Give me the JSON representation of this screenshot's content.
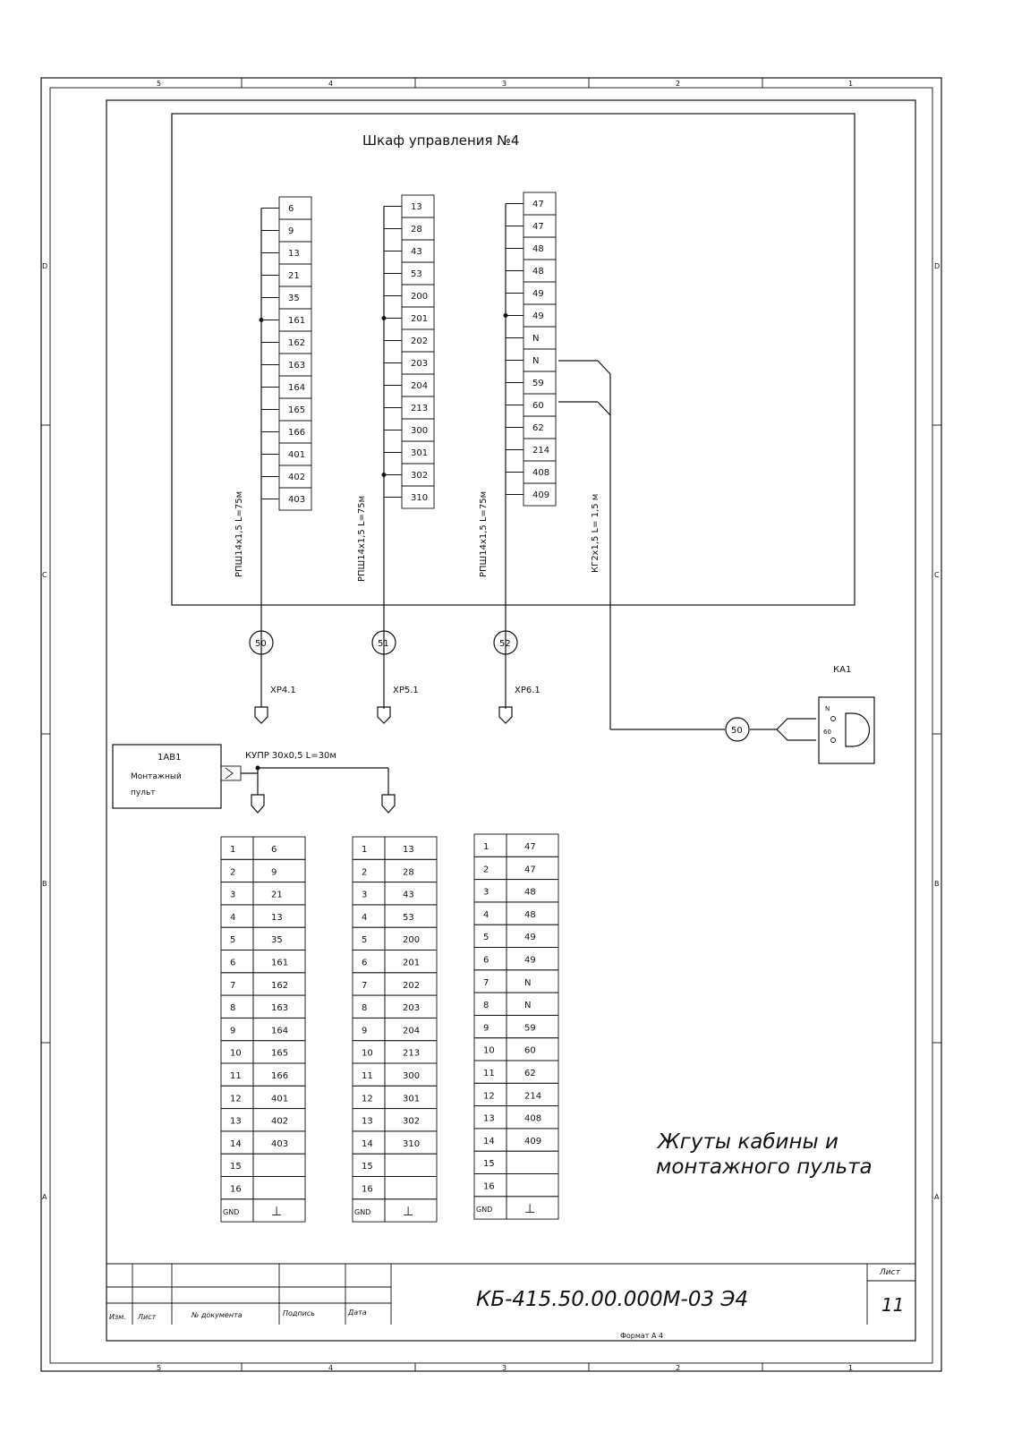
{
  "zones": {
    "columns": [
      "5",
      "4",
      "3",
      "2",
      "1"
    ],
    "rows": [
      "D",
      "C",
      "B",
      "A"
    ]
  },
  "cabinet": {
    "title": "Шкаф управления №4",
    "blocks": [
      {
        "terminals": [
          "6",
          "9",
          "13",
          "21",
          "35",
          "161",
          "162",
          "163",
          "164",
          "165",
          "166",
          "401",
          "402",
          "403"
        ],
        "cable": "РПШ14х1,5 L=75м",
        "marker": "50",
        "plug": "XP4.1"
      },
      {
        "terminals": [
          "13",
          "28",
          "43",
          "53",
          "200",
          "201",
          "202",
          "203",
          "204",
          "213",
          "300",
          "301",
          "302",
          "310"
        ],
        "cable": "РПШ14х1,5 L=75м",
        "marker": "51",
        "plug": "XP5.1"
      },
      {
        "terminals": [
          "47",
          "47",
          "48",
          "48",
          "49",
          "49",
          "N",
          "N",
          "59",
          "60",
          "62",
          "214",
          "408",
          "409"
        ],
        "cable": "РПШ14х1,5 L=75м",
        "marker": "52",
        "plug": "XP6.1"
      }
    ],
    "extra_cable": "КГ2х1,5  L= 1,5 м"
  },
  "device_ka1": {
    "label": "КА1",
    "pin_n": "N",
    "pin_60": "60",
    "marker": "50"
  },
  "console": {
    "id": "1АВ1",
    "name_line1": "Монтажный",
    "name_line2": "пульт",
    "cable": "КУПР 30х0,5 L=30м"
  },
  "tables": [
    {
      "pins": [
        "1",
        "2",
        "3",
        "4",
        "5",
        "6",
        "7",
        "8",
        "9",
        "10",
        "11",
        "12",
        "13",
        "14",
        "15",
        "16",
        "GND"
      ],
      "wires": [
        "6",
        "9",
        "21",
        "13",
        "35",
        "161",
        "162",
        "163",
        "164",
        "165",
        "166",
        "401",
        "402",
        "403",
        "",
        "",
        ""
      ]
    },
    {
      "pins": [
        "1",
        "2",
        "3",
        "4",
        "5",
        "6",
        "7",
        "8",
        "9",
        "10",
        "11",
        "12",
        "13",
        "14",
        "15",
        "16",
        "GND"
      ],
      "wires": [
        "13",
        "28",
        "43",
        "53",
        "200",
        "201",
        "202",
        "203",
        "204",
        "213",
        "300",
        "301",
        "302",
        "310",
        "",
        "",
        ""
      ]
    },
    {
      "pins": [
        "1",
        "2",
        "3",
        "4",
        "5",
        "6",
        "7",
        "8",
        "9",
        "10",
        "11",
        "12",
        "13",
        "14",
        "15",
        "16",
        "GND"
      ],
      "wires": [
        "47",
        "47",
        "48",
        "48",
        "49",
        "49",
        "N",
        "N",
        "59",
        "60",
        "62",
        "214",
        "408",
        "409",
        "",
        "",
        ""
      ]
    }
  ],
  "ground_symbol": "⊥",
  "caption_line1": "Жгуты кабины и",
  "caption_line2": "монтажного пульта",
  "title_block": {
    "doc_code": "КБ-415.50.00.000М-03 Э4",
    "sheet_label": "Лист",
    "sheet_number": "11",
    "col_izm": "Изм.",
    "col_list": "Лист",
    "col_doc": "№ документа",
    "col_sign": "Подпись",
    "col_date": "Дата"
  },
  "format": "Формат А 4"
}
